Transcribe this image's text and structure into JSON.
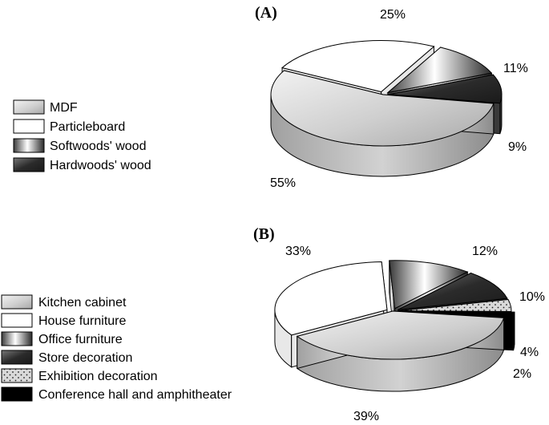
{
  "chart_data": [
    {
      "type": "pie",
      "title": "(A)",
      "categories": [
        "MDF",
        "Particleboard",
        "Softwoods' wood",
        "Hardwoods' wood"
      ],
      "values": [
        55,
        25,
        11,
        9
      ],
      "value_labels": [
        "55%",
        "25%",
        "11%",
        "9%"
      ],
      "legend": "left",
      "style": "3d-exploded"
    },
    {
      "type": "pie",
      "title": "(B)",
      "categories": [
        "Kitchen cabinet",
        "House furniture",
        "Office furniture",
        "Store decoration",
        "Exhibition decoration",
        "Conference hall and amphitheater"
      ],
      "values": [
        39,
        33,
        12,
        10,
        4,
        2
      ],
      "value_labels": [
        "39%",
        "33%",
        "12%",
        "10%",
        "4%",
        "2%"
      ],
      "legend": "left",
      "style": "3d-exploded"
    }
  ]
}
